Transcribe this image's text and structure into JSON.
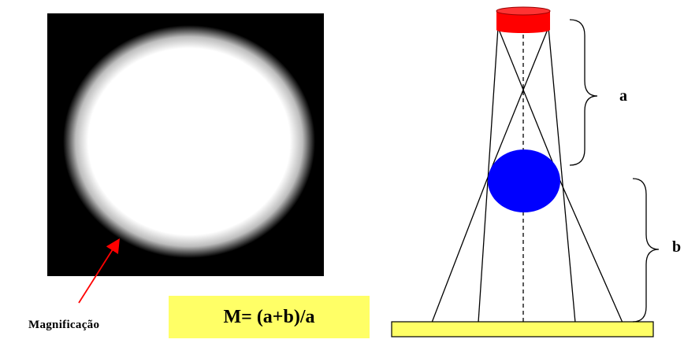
{
  "labels": {
    "a": "a",
    "b": "b",
    "magnification": "Magnificação"
  },
  "formula": "M= (a+b)/a",
  "colors": {
    "source": "#ff0000",
    "object": "#0000ff",
    "detector": "#ffff66",
    "formula_box": "#ffff66",
    "arrow": "#ff0000",
    "image_background": "#000000"
  }
}
